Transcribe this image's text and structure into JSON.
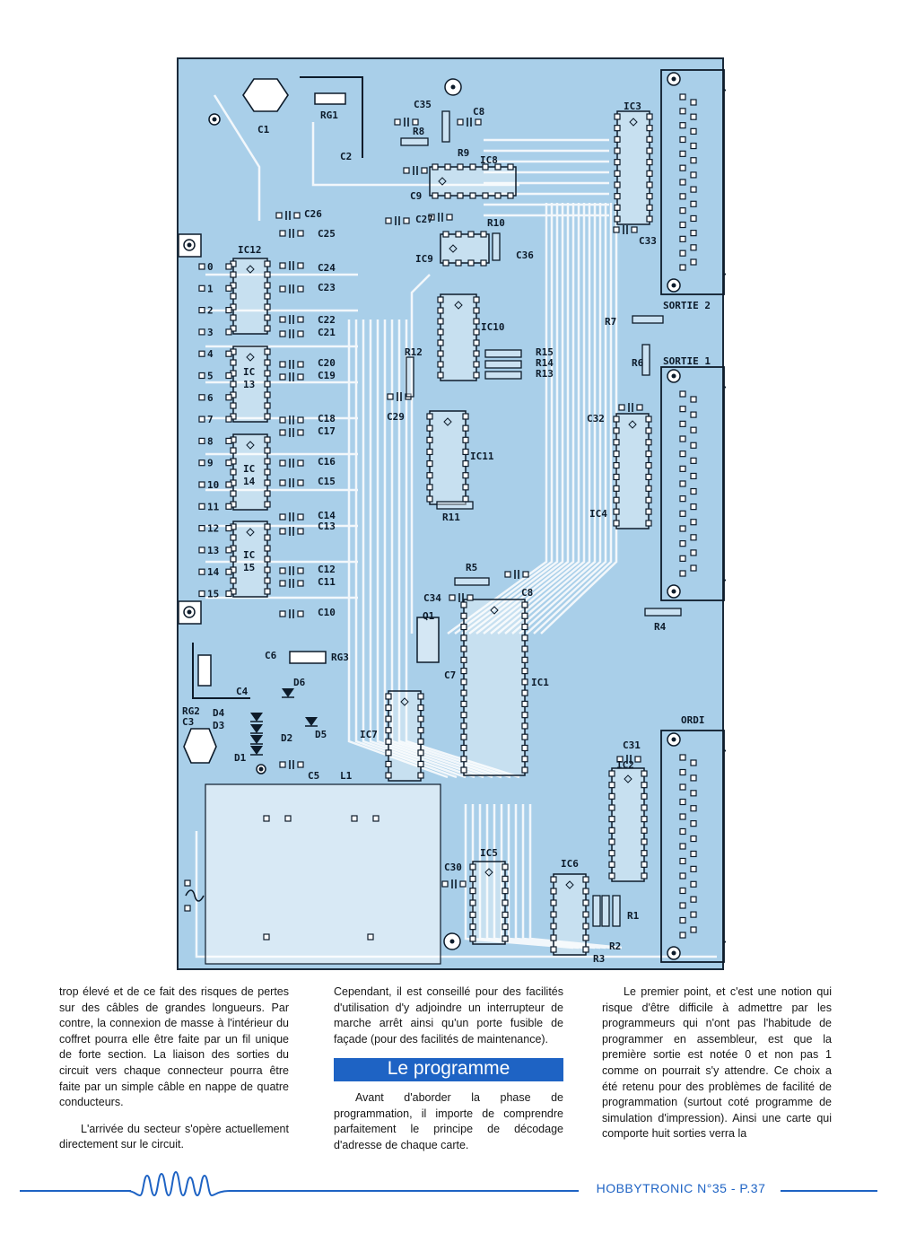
{
  "pcb": {
    "labels": {
      "c1": "C1",
      "rg1": "RG1",
      "c35": "C35",
      "c8a": "C8",
      "r8": "R8",
      "r9": "R9",
      "ic3": "IC3",
      "c2": "C2",
      "ic8": "IC8",
      "c9": "C9",
      "c26": "C26",
      "c27": "C27",
      "r10": "R10",
      "c25": "C25",
      "c33": "C33",
      "ic12": "IC12",
      "ic9": "IC9",
      "c36": "C36",
      "c24": "C24",
      "c23": "C23",
      "ic10": "IC10",
      "c22": "C22",
      "c21": "C21",
      "sortie2": "SORTIE 2",
      "r7": "R7",
      "r15": "R15",
      "r14": "R14",
      "r13": "R13",
      "r12": "R12",
      "r6": "R6",
      "sortie1": "SORTIE 1",
      "c20": "C20",
      "c19": "C19",
      "ic13a": "IC",
      "ic13b": "13",
      "c29": "C29",
      "c32": "C32",
      "c18": "C18",
      "c17": "C17",
      "ic11": "IC11",
      "c16": "C16",
      "ic14a": "IC",
      "ic14b": "14",
      "c15": "C15",
      "ic4": "IC4",
      "r11": "R11",
      "c14": "C14",
      "c13": "C13",
      "ic15a": "IC",
      "ic15b": "15",
      "c12": "C12",
      "c11": "C11",
      "r5": "R5",
      "c8b": "C8",
      "c34": "C34",
      "c10": "C10",
      "q1": "Q1",
      "r4": "R4",
      "c6": "C6",
      "rg3": "RG3",
      "c7": "C7",
      "c4": "C4",
      "d6": "D6",
      "ic1": "IC1",
      "rg2": "RG2",
      "d4": "D4",
      "c3": "C3",
      "d3": "D3",
      "d5": "D5",
      "d2": "D2",
      "ordi": "ORDI",
      "ic7": "IC7",
      "c31": "C31",
      "d1": "D1",
      "c5": "C5",
      "l1": "L1",
      "ic2": "IC2",
      "c30": "C30",
      "ic5": "IC5",
      "ic6": "IC6",
      "r1": "R1",
      "r2": "R2",
      "r3": "R3"
    },
    "pins": [
      "0",
      "1",
      "2",
      "3",
      "4",
      "5",
      "6",
      "7",
      "8",
      "9",
      "10",
      "11",
      "12",
      "13",
      "14",
      "15"
    ]
  },
  "text": {
    "col1_p1": "trop élevé et de ce fait des risques de pertes sur des câbles de grandes longueurs. Par contre, la connexion de masse à l'intérieur du coffret pourra elle être faite par un fil unique de forte section. La liaison des sorties du circuit vers chaque connecteur pourra être faite par un simple câble en nappe de quatre conducteurs.",
    "col1_p2": "L'arrivée du secteur s'opère actuellement directement sur le circuit.",
    "col2_p1": "Cependant, il est conseillé pour des facilités d'utilisation d'y adjoindre un interrupteur de marche arrêt ainsi qu'un porte fusible de façade (pour des facilités de maintenance).",
    "heading": "Le programme",
    "col2_p2": "Avant d'aborder la phase de programmation, il importe de comprendre parfaitement le principe de décodage d'adresse de chaque carte.",
    "col3_p1": "Le premier point, et c'est une notion qui risque d'être difficile à admettre par les programmeurs qui n'ont pas l'habitude de programmer en assembleur, est que la première sortie est notée 0 et non pas 1 comme on pourrait s'y attendre. Ce choix a été retenu pour des problèmes de facilité de programmation (surtout coté programme de simulation d'impression). Ainsi une carte qui comporte huit sorties verra la"
  },
  "footer": {
    "text": "HOBBYTRONIC N°35 - P.37"
  }
}
